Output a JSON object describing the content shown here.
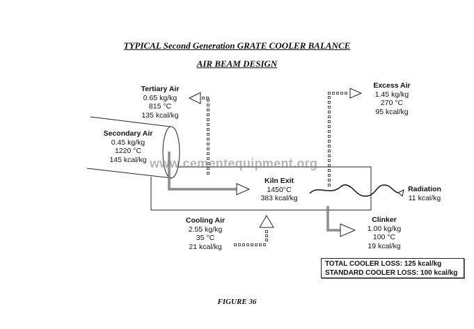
{
  "title": "TYPICAL Second Generation GRATE COOLER BALANCE",
  "subtitle": "AIR BEAM DESIGN",
  "watermark": "www.cementequipment.org",
  "streams": {
    "tertiary_air": {
      "label": "Tertiary Air",
      "flow": "0.65 kg/kg",
      "temp": "815 °C",
      "heat": "135 kcal/kg"
    },
    "secondary_air": {
      "label": "Secondary Air",
      "flow": "0.45 kg/kg",
      "temp": "1220  °C",
      "heat": "145 kcal/kg"
    },
    "excess_air": {
      "label": "Excess Air",
      "flow": "1.45 kg/kg",
      "temp": "270 °C",
      "heat": "95 kcal/kg"
    },
    "kiln_exit": {
      "label": "Kiln Exit",
      "temp": "1450°C",
      "heat": "383 kcal/kg"
    },
    "radiation": {
      "label": "Radiation",
      "heat": "11 kcal/kg"
    },
    "cooling_air": {
      "label": "Cooling Air",
      "flow": "2.55 kg/kg",
      "temp": "35 °C",
      "heat": "21 kcal/kg"
    },
    "clinker": {
      "label": "Clinker",
      "flow": "1.00 kg/kg",
      "temp": "100  °C",
      "heat": "19 kcal/kg"
    }
  },
  "summary": {
    "total_loss": "TOTAL COOLER LOSS:  125 kcal/kg",
    "standard_loss": "STANDARD COOLER LOSS:  100 kcal/kg"
  },
  "figure_caption": "FIGURE 36"
}
